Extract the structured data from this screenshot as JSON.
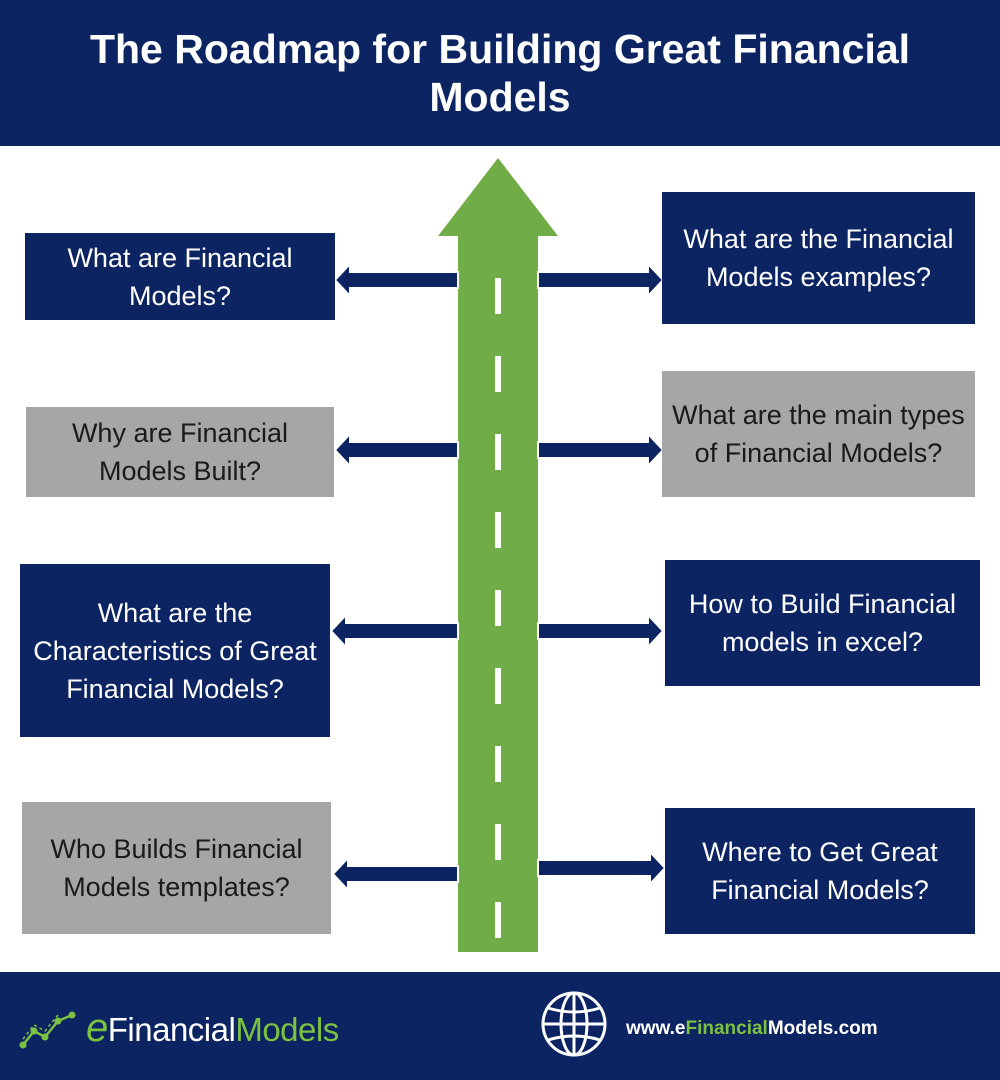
{
  "title": "The Roadmap for Building Great Financial Models",
  "colors": {
    "navy": "#0c2461",
    "gray": "#a6a6a6",
    "green": "#70ad47",
    "accent_green": "#7cc242"
  },
  "left_boxes": [
    {
      "text": "What are Financial Models?",
      "style": "navy"
    },
    {
      "text": "Why are Financial Models Built?",
      "style": "gray"
    },
    {
      "text": "What are the Characteristics of Great Financial Models?",
      "style": "navy"
    },
    {
      "text": "Who Builds Financial Models templates?",
      "style": "gray"
    }
  ],
  "right_boxes": [
    {
      "text": "What are the Financial Models examples?",
      "style": "navy"
    },
    {
      "text": "What are the main types of Financial Models?",
      "style": "gray"
    },
    {
      "text": "How to Build Financial models in excel?",
      "style": "navy"
    },
    {
      "text": "Where to Get Great Financial Models?",
      "style": "navy"
    }
  ],
  "footer": {
    "logo_e": "e",
    "logo_financial": "Financial",
    "logo_models": "Models",
    "url_prefix": "www.e",
    "url_accent": "Financial",
    "url_suffix": "Models.com",
    "chart_icon": "trend-line-icon",
    "globe_icon": "globe-icon"
  }
}
